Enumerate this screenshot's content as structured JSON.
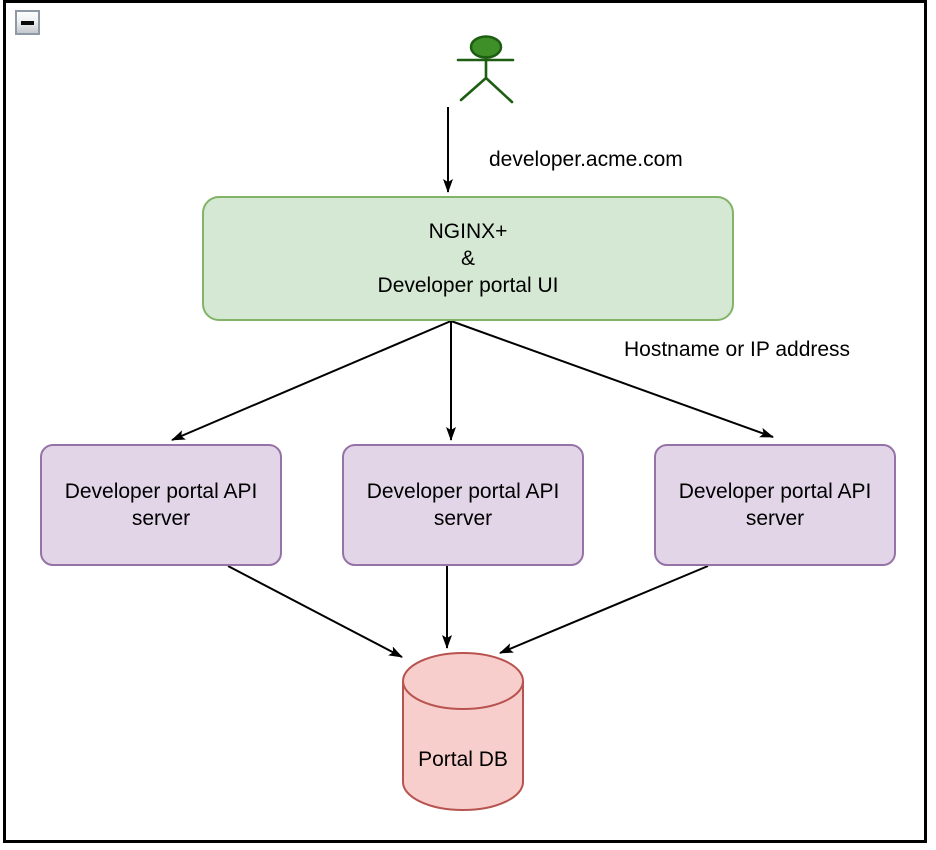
{
  "window": {
    "frame_border_color": "#000000",
    "collapse_button": {
      "icon": "minus",
      "glyph": "−"
    }
  },
  "diagram": {
    "actor": {
      "name": "user",
      "fill": "#3f8f28",
      "stroke": "#1d5e12"
    },
    "edge_color": "#000000",
    "edge_labels": {
      "domain": "developer.acme.com",
      "routing": "Hostname or IP address"
    },
    "gateway": {
      "lines": [
        "NGINX+",
        "&",
        "Developer portal UI"
      ],
      "fill": "#d5e8d4",
      "stroke": "#82b366"
    },
    "api_server_style": {
      "fill": "#e1d5e7",
      "stroke": "#9673a6"
    },
    "api_servers": [
      {
        "label": "Developer portal API server"
      },
      {
        "label": "Developer portal API server"
      },
      {
        "label": "Developer portal API server"
      }
    ],
    "database": {
      "label": "Portal DB",
      "fill": "#f8cecc",
      "stroke": "#b85450"
    },
    "edges": [
      {
        "from": "user",
        "to": "gateway",
        "label": "developer.acme.com"
      },
      {
        "from": "gateway",
        "to": "api-server-1",
        "label": "Hostname or IP address"
      },
      {
        "from": "gateway",
        "to": "api-server-2",
        "label": "Hostname or IP address"
      },
      {
        "from": "gateway",
        "to": "api-server-3",
        "label": "Hostname or IP address"
      },
      {
        "from": "api-server-1",
        "to": "portal-db"
      },
      {
        "from": "api-server-2",
        "to": "portal-db"
      },
      {
        "from": "api-server-3",
        "to": "portal-db"
      }
    ]
  }
}
